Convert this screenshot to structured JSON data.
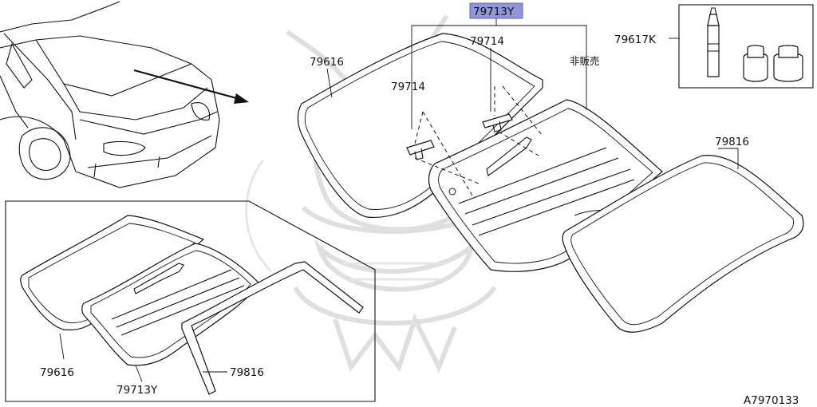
{
  "labels": {
    "main_seal": "79616",
    "main_frame": "79713Y",
    "clip_left": "79714",
    "clip_top": "79714",
    "not_sold": "非販売",
    "kit": "79617K",
    "molding": "79816",
    "inset_seal": "79616",
    "inset_frame": "79713Y",
    "inset_molding": "79816",
    "diagram_code": "A7970133"
  },
  "colors": {
    "highlight": "#8f97d8",
    "line": "#111111",
    "watermark": "#dcdcdc"
  }
}
